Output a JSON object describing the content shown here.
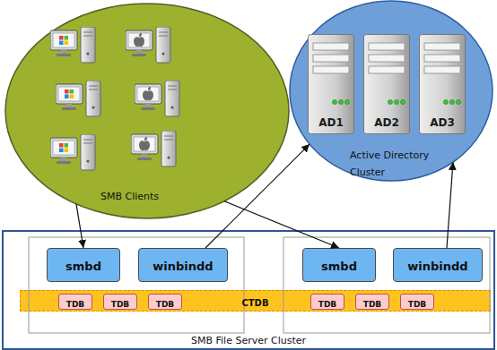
{
  "diagram": {
    "nodes": [
      {
        "text": [
          "SMB Clients"
        ]
      },
      {
        "text": [
          "Active Directory Cluster"
        ]
      },
      {
        "text": [
          "AD1"
        ],
        "in": 1
      },
      {
        "text": [
          "AD2"
        ],
        "in": 1
      },
      {
        "text": [
          "AD3"
        ],
        "in": 1
      },
      {
        "text": [
          "SMB File Server Cluster"
        ]
      },
      {
        "text": [
          "smbd"
        ],
        "in": 5
      },
      {
        "text": [
          "winbindd"
        ],
        "in": 5
      },
      {
        "text": [
          "smbd"
        ],
        "in": 5
      },
      {
        "text": [
          "winbindd"
        ],
        "in": 5
      },
      {
        "text": [
          "CTDB"
        ],
        "in": 5
      },
      {
        "text": [
          "TDB"
        ],
        "in": 10
      },
      {
        "text": [
          "TDB"
        ],
        "in": 10
      },
      {
        "text": [
          "TDB"
        ],
        "in": 10
      },
      {
        "text": [
          "TDB"
        ],
        "in": 10
      },
      {
        "text": [
          "TDB"
        ],
        "in": 10
      },
      {
        "text": [
          "TDB"
        ],
        "in": 10
      }
    ],
    "edges": [
      {
        "from": 0,
        "to": 6,
        "arrow": "to"
      },
      {
        "from": 0,
        "to": 8,
        "arrow": "to"
      },
      {
        "from": 7,
        "to": 1,
        "arrow": "to"
      },
      {
        "from": 9,
        "to": 1,
        "arrow": "to"
      }
    ]
  }
}
